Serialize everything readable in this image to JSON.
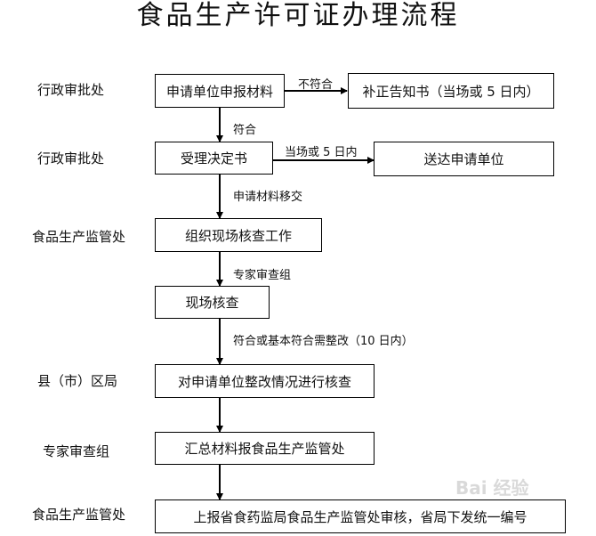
{
  "title": "食品生产许可证办理流程",
  "departments": [
    "行政审批处",
    "行政审批处",
    "食品生产监管处",
    "县（市）区局",
    "专家审查组",
    "食品生产监管处"
  ],
  "boxes": {
    "apply": "申请单位申报材料",
    "notice": "补正告知书（当场或 5 日内）",
    "accept": "受理决定书",
    "deliver": "送达申请单位",
    "organize": "组织现场核查工作",
    "onsite": "现场核查",
    "rectify": "对申请单位整改情况进行核查",
    "summary": "汇总材料报食品生产监管处",
    "final": "上报省食药监局食品生产监管处审核，省局下发统一编号"
  },
  "labels": {
    "not_comply": "不符合",
    "comply": "符合",
    "on_site_5days": "当场或 5 日内",
    "transfer": "申请材料移交",
    "expert_group": "专家审查组",
    "rectify_10days": "符合或基本符合需整改（10 日内）"
  },
  "watermark": "Bai 经验"
}
